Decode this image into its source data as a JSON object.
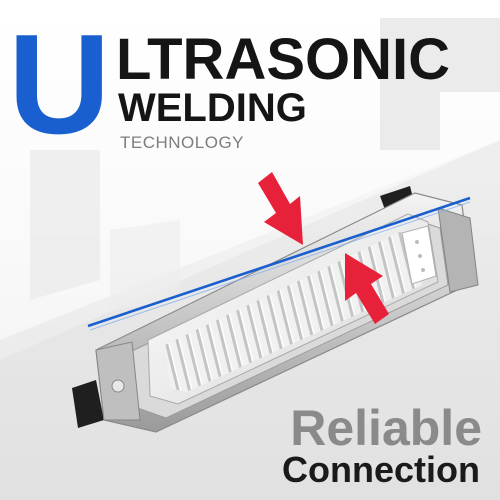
{
  "headline": {
    "big_letter": "U",
    "line1": "LTRASONIC",
    "line2": "WELDING",
    "line3": "TECHNOLOGY"
  },
  "footer": {
    "line1": "Reliable",
    "line2": "Connection"
  },
  "colors": {
    "accent_blue": "#1a5fd0",
    "arrow_red": "#e8213a",
    "title_dark": "#151515",
    "subtitle_grey": "#7d7d7d",
    "footer_grey": "#8a8a8a"
  },
  "icons": [
    "down-arrow-icon",
    "up-arrow-icon"
  ]
}
